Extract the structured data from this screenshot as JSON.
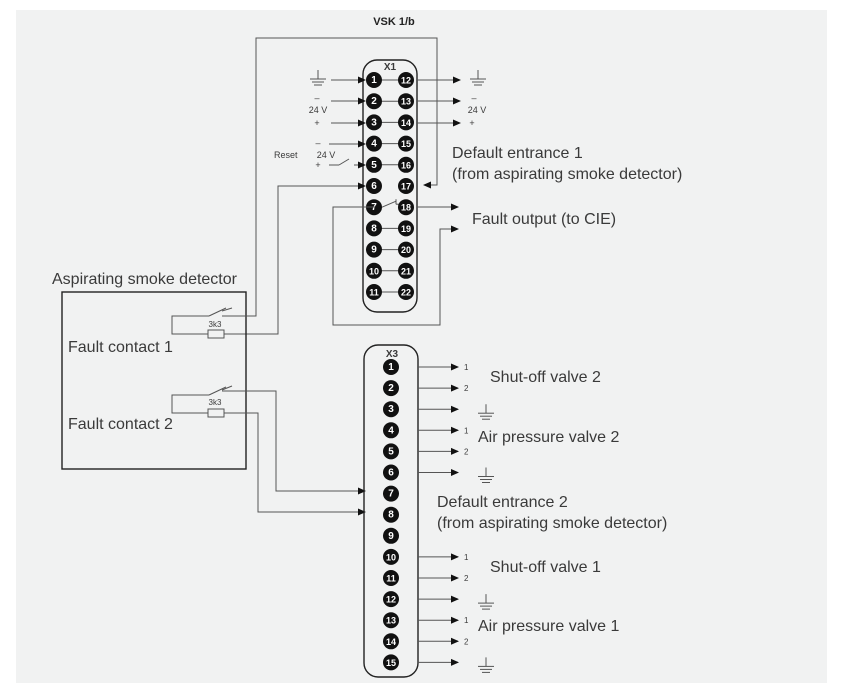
{
  "title": "VSK 1/b",
  "x1": {
    "label": "X1",
    "left_terminals": [
      "1",
      "2",
      "3",
      "4",
      "5",
      "6",
      "7",
      "8",
      "9",
      "10",
      "11"
    ],
    "right_terminals": [
      "12",
      "13",
      "14",
      "15",
      "16",
      "17",
      "18",
      "19",
      "20",
      "21",
      "22"
    ],
    "left_inputs": {
      "row1": "ground",
      "row2_sign": "–",
      "voltage": "24 V",
      "row3_sign": "+",
      "row4_sign": "–",
      "reset_voltage": "24 V",
      "row5_sign": "+",
      "reset_label": "Reset"
    },
    "right_outputs": {
      "row1": "ground",
      "row2_sign": "–",
      "voltage": "24 V",
      "row3_sign": "+"
    },
    "default_entrance_line1": "Default entrance 1",
    "default_entrance_line2": "(from aspirating smoke detector)",
    "fault_output": "Fault output (to CIE)"
  },
  "detector": {
    "title": "Aspirating smoke detector",
    "contact1": "Fault contact 1",
    "contact2": "Fault contact 2",
    "resistor1": "3k3",
    "resistor2": "3k3"
  },
  "x3": {
    "label": "X3",
    "terminals": [
      "1",
      "2",
      "3",
      "4",
      "5",
      "6",
      "7",
      "8",
      "9",
      "10",
      "11",
      "12",
      "13",
      "14",
      "15"
    ],
    "pin_labels": {
      "p1": "1",
      "p2": "2"
    },
    "shutoff_valve_2": "Shut-off valve 2",
    "air_pressure_valve_2": "Air pressure valve 2",
    "default_entrance_line1": "Default entrance 2",
    "default_entrance_line2": "(from aspirating smoke detector)",
    "shutoff_valve_1": "Shut-off valve 1",
    "air_pressure_valve_1": "Air pressure valve 1"
  }
}
